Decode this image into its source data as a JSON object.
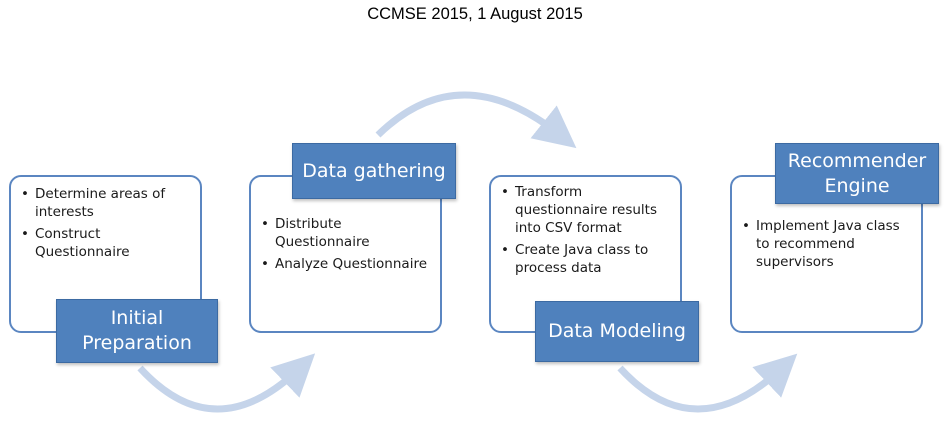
{
  "header": {
    "title": "CCMSE 2015, 1 August 2015"
  },
  "colors": {
    "box_border": "#5b86c1",
    "label_fill": "#4f81bd",
    "label_text": "#ffffff",
    "arrow": "#c5d4ea"
  },
  "steps": [
    {
      "label": "Initial Preparation",
      "items": [
        "Determine areas of interests",
        "Construct Questionnaire"
      ]
    },
    {
      "label": "Data gathering",
      "items": [
        "Distribute Questionnaire",
        "Analyze Questionnaire"
      ]
    },
    {
      "label": "Data Modeling",
      "items": [
        "Transform questionnaire results into CSV format",
        "Create Java class to process data"
      ]
    },
    {
      "label": "Recommender Engine",
      "items": [
        "Implement Java class to recommend supervisors"
      ]
    }
  ]
}
